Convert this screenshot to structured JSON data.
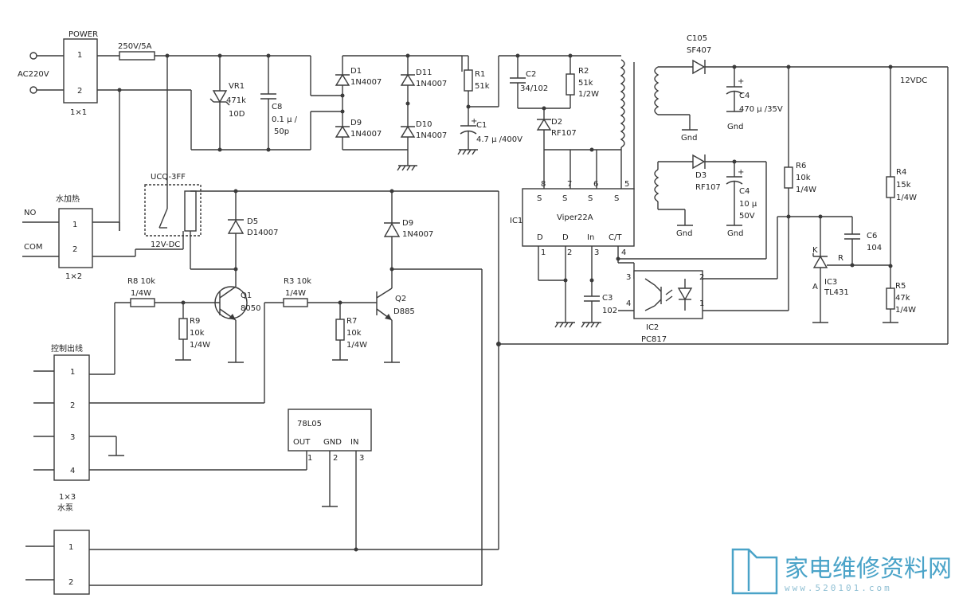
{
  "labels": {
    "ac220v": "AC220V",
    "power": "POWER",
    "power_p1": "1",
    "power_p2": "2",
    "power_type": "1×1",
    "fuse": "250V/5A",
    "vr1": "VR1",
    "vr1_val": "471k",
    "vr1_val2": "10D",
    "c8": "C8",
    "c8_val": "0.1 μ /",
    "c8_val2": "50p",
    "d1": "D1",
    "d1_val": "1N4007",
    "d11": "D11",
    "d11_val": "1N4007",
    "d9b": "D9",
    "d9b_val": "1N4007",
    "d10": "D10",
    "d10_val": "1N4007",
    "r1": "R1",
    "r1_val": "51k",
    "c1": "C1",
    "c1_val": "4.7 μ /400V",
    "c2": "C2",
    "c2_val": "34/102",
    "r2": "R2",
    "r2_val": "51k",
    "r2_val2": "1/2W",
    "d2": "D2",
    "d2_val": "RF107",
    "c105": "C105",
    "c105_val": "SF407",
    "c4a": "C4",
    "c4a_val": "470 μ /35V",
    "gnd": "Gnd",
    "v12": "12VDC",
    "d3": "D3",
    "d3_val": "RF107",
    "c4b": "C4",
    "c4b_val": "10 μ",
    "c4b_val2": "50V",
    "r6": "R6",
    "r6_val": "10k",
    "r6_val2": "1/4W",
    "r4": "R4",
    "r4_val": "15k",
    "r4_val2": "1/4W",
    "c6": "C6",
    "c6_val": "104",
    "r_lbl": "R",
    "k_lbl": "K",
    "a_lbl": "A",
    "ic3": "IC3",
    "ic3_val": "TL431",
    "r5": "R5",
    "r5_val": "47k",
    "r5_val2": "1/4W",
    "ic1": "IC1",
    "ic1_name": "Viper22A",
    "ic1_top_pins": [
      "8",
      "7",
      "6",
      "5"
    ],
    "ic1_top_names": [
      "S",
      "S",
      "S",
      "S"
    ],
    "ic1_bot_names": [
      "D",
      "D",
      "In",
      "C/T"
    ],
    "ic1_bot_pins": [
      "1",
      "2",
      "3",
      "4"
    ],
    "c3": "C3",
    "c3_val": "102",
    "ic2": "IC2",
    "ic2_val": "PC817",
    "ic2_pins": [
      "3",
      "4",
      "2",
      "1"
    ],
    "heater": "水加热",
    "no": "NO",
    "com": "COM",
    "heater_type": "1×2",
    "relay": "UCQ-3FF",
    "relay_val": "12V-DC",
    "d5": "D5",
    "d5_val": "D14007",
    "d9": "D9",
    "d9_val": "1N4007",
    "r8": "R8 10k",
    "r8_val": "1/4W",
    "r9": "R9",
    "r9_val": "10k",
    "r9_val2": "1/4W",
    "q1": "Q1",
    "q1_val": "8050",
    "r3": "R3 10k",
    "r3_val": "1/4W",
    "r7": "R7",
    "r7_val": "10k",
    "r7_val2": "1/4W",
    "q2": "Q2",
    "q2_val": "D885",
    "ctrl": "控制出线",
    "ctrl_pins": [
      "1",
      "2",
      "3",
      "4"
    ],
    "pump_type": "1×3",
    "pump": "水泵",
    "reg": "78L05",
    "reg_pins": [
      "OUT",
      "GND",
      "IN"
    ],
    "reg_nums": [
      "1",
      "2",
      "3"
    ],
    "bot_pins": [
      "1",
      "2"
    ],
    "logo": "家电维修资料网",
    "logo_url": "www.520101.com",
    "watermark": "家电维修资料网",
    "watermark_url": "www.520101.com"
  }
}
